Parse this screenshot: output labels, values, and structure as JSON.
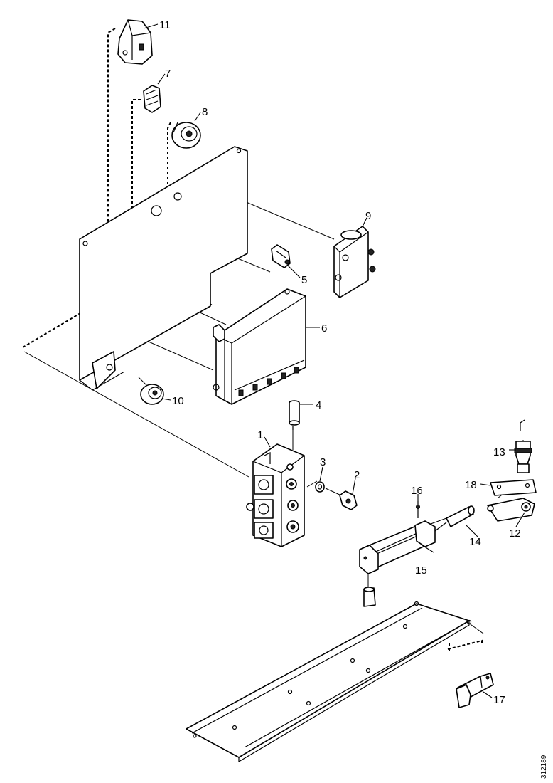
{
  "callouts": {
    "c1": "1",
    "c2": "2",
    "c3": "3",
    "c4": "4",
    "c5": "5",
    "c6a": "6",
    "c6b": "6",
    "c7": "7",
    "c8": "8",
    "c9": "9",
    "c10": "10",
    "c11": "11",
    "c12": "12",
    "c13": "13",
    "c14": "14",
    "c15": "15",
    "c16": "16",
    "c17": "17",
    "c18": "18"
  },
  "figure_id": "312189"
}
